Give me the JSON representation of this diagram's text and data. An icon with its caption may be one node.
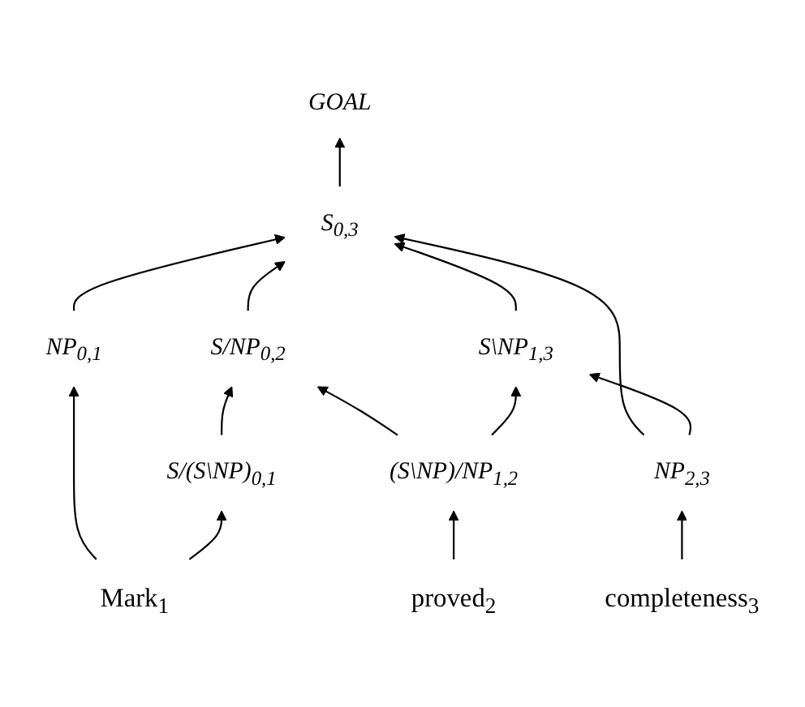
{
  "diagram": {
    "nodes": [
      {
        "text": [
          "GOAL"
        ]
      },
      {
        "text": [
          "S$_{0,3}$"
        ]
      },
      {
        "text": [
          "S/NP$_{0,2}$"
        ]
      },
      {
        "text": [
          "S\\NP$_{1,3}$"
        ]
      },
      {
        "text": [
          "S/(S\\NP)$_{0,1}$"
        ]
      },
      {
        "text": [
          "NP$_{0,1}$"
        ]
      },
      {
        "text": [
          "(S\\NP)/NP$_{1,2}$"
        ]
      },
      {
        "text": [
          "NP$_{2,3}$"
        ]
      },
      {
        "text": [
          "Mark$_{1}$"
        ]
      },
      {
        "text": [
          "proved$_{2}$"
        ]
      },
      {
        "text": [
          "completeness$_{3}$"
        ]
      }
    ],
    "edges": [
      {
        "from": 1,
        "to": 0,
        "arrow": "to"
      },
      {
        "from": 5,
        "to": 1,
        "arrow": "to"
      },
      {
        "from": 3,
        "to": 1,
        "arrow": "to"
      },
      {
        "from": 2,
        "to": 1,
        "arrow": "to"
      },
      {
        "from": 7,
        "to": 1,
        "arrow": "to"
      },
      {
        "from": 4,
        "to": 2,
        "arrow": "to"
      },
      {
        "from": 6,
        "to": 2,
        "arrow": "to"
      },
      {
        "from": 6,
        "to": 3,
        "arrow": "to"
      },
      {
        "from": 7,
        "to": 3,
        "arrow": "to"
      },
      {
        "from": 8,
        "to": 5,
        "arrow": "to"
      },
      {
        "from": 8,
        "to": 4,
        "arrow": "to"
      },
      {
        "from": 9,
        "to": 6,
        "arrow": "to"
      },
      {
        "from": 10,
        "to": 7,
        "arrow": "to"
      }
    ]
  }
}
